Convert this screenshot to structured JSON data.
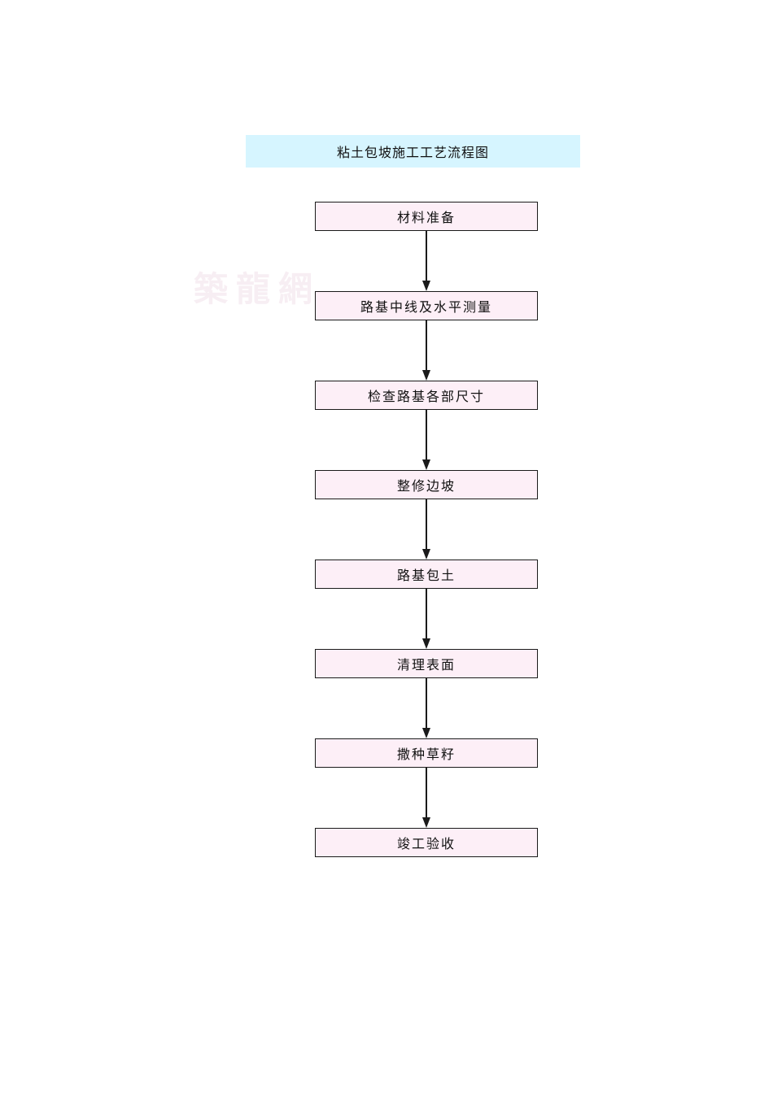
{
  "document": {
    "watermark": "築龍網",
    "background_color": "#ffffff"
  },
  "title_banner": {
    "text": "粘土包坡施工工艺流程图",
    "background_color": "#d6f5ff",
    "text_color": "#111111"
  },
  "flowchart": {
    "type": "linear-process-flow",
    "orientation": "vertical",
    "node_fill_color": "#fdeff7",
    "node_border_color": "#1a1a1a",
    "connector_color": "#1a1a1a",
    "connector_type": "arrow-down",
    "nodes": [
      {
        "id": "step-1",
        "label": "材料准备"
      },
      {
        "id": "step-2",
        "label": "路基中线及水平测量"
      },
      {
        "id": "step-3",
        "label": "检查路基各部尺寸"
      },
      {
        "id": "step-4",
        "label": "整修边坡"
      },
      {
        "id": "step-5",
        "label": "路基包土"
      },
      {
        "id": "step-6",
        "label": "清理表面"
      },
      {
        "id": "step-7",
        "label": "撒种草籽"
      },
      {
        "id": "step-8",
        "label": "竣工验收"
      }
    ]
  }
}
